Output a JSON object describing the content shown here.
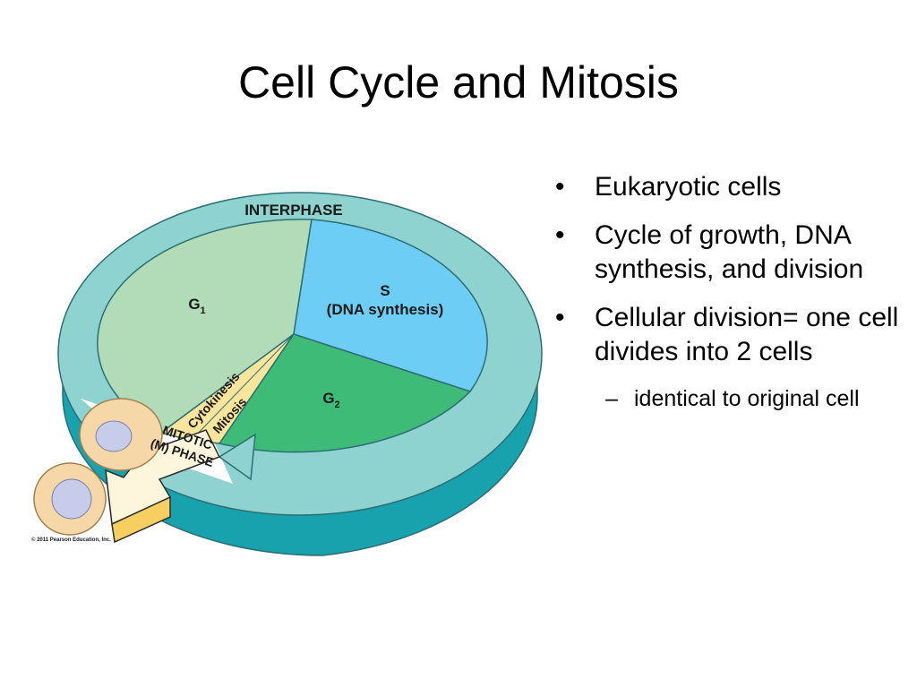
{
  "title": "Cell Cycle and Mitosis",
  "diagram": {
    "ring_label": "INTERPHASE",
    "g1_label": "G",
    "g1_sub": "1",
    "s_label": "S",
    "s_sub_label": "(DNA synthesis)",
    "g2_label": "G",
    "g2_sub": "2",
    "cytokinesis_label": "Cytokinesis",
    "mitosis_label": "Mitosis",
    "mitotic_label_1": "MITOTIC",
    "mitotic_label_2": "(M) PHASE",
    "copyright": "© 2011 Pearson Education, Inc.",
    "colors": {
      "ring_top": "#8fd3d0",
      "ring_side": "#17a2ad",
      "g1": "#b2dcb8",
      "s": "#6ecdf4",
      "g2": "#3fbb78",
      "m_phase": "#fbe59c",
      "arrow": "#f6cf60",
      "cell": "#f5d7a8",
      "nucleus": "#c6cce9"
    }
  },
  "bullets": [
    {
      "text": "Eukaryotic cells"
    },
    {
      "text": "Cycle of growth, DNA synthesis, and division"
    },
    {
      "text": "Cellular division= one cell divides into 2 cells"
    }
  ],
  "sub_bullets": [
    {
      "text": "identical to original cell"
    }
  ],
  "markers": {
    "bullet": "•",
    "sub": "–"
  }
}
